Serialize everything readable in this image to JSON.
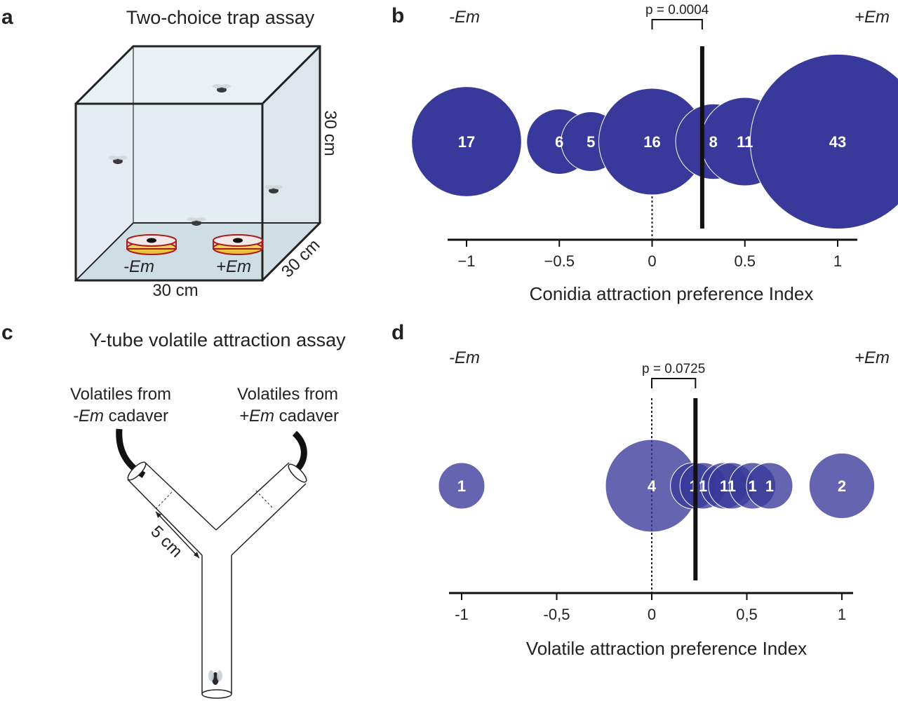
{
  "panels": {
    "a": {
      "letter": "a",
      "title": "Two-choice trap assay",
      "dim_height": "30 cm",
      "dim_depth": "30 cm",
      "dim_width": "30 cm",
      "trap_left": "-Em",
      "trap_right": "+Em"
    },
    "b": {
      "letter": "b"
    },
    "c": {
      "letter": "c",
      "title": "Y-tube volatile attraction assay",
      "left_line1": "Volatiles from",
      "left_line2_italic": "-Em",
      "left_line2_rest": " cadaver",
      "right_line1": "Volatiles from",
      "right_line2_italic": "+Em",
      "right_line2_rest": " cadaver",
      "distance": "5 cm"
    },
    "d": {
      "letter": "d"
    }
  },
  "chart_data": [
    {
      "type": "scatter",
      "panel": "b",
      "xlabel": "Conidia attraction preference Index",
      "side_left": "-Em",
      "side_right": "+Em",
      "xlim": [
        -1.1,
        1.1
      ],
      "ticks": [
        -1,
        -0.5,
        0,
        0.5,
        1
      ],
      "tick_labels": [
        "−1",
        "−0.5",
        "0",
        "0.5",
        "1"
      ],
      "points": [
        {
          "x": -1,
          "n": 17
        },
        {
          "x": -0.5,
          "n": 6
        },
        {
          "x": -0.33,
          "n": 5
        },
        {
          "x": 0,
          "n": 16
        },
        {
          "x": 0.33,
          "n": 8
        },
        {
          "x": 0.5,
          "n": 11
        },
        {
          "x": 1,
          "n": 43
        }
      ],
      "mean": 0.27,
      "p_value": "p = 0.0004",
      "colors": {
        "bubble": "#38399a"
      }
    },
    {
      "type": "scatter",
      "panel": "d",
      "xlabel": "Volatile attraction preference Index",
      "side_left": "-Em",
      "side_right": "+Em",
      "xlim": [
        -1.1,
        1.1
      ],
      "ticks": [
        -1,
        -0.5,
        0,
        0.5,
        1
      ],
      "tick_labels": [
        "-1",
        "-0,5",
        "0",
        "0,5",
        "1"
      ],
      "points": [
        {
          "x": -1,
          "n": 1
        },
        {
          "x": 0,
          "n": 4
        },
        {
          "x": 0.22,
          "n": 1
        },
        {
          "x": 0.27,
          "n": 1
        },
        {
          "x": 0.38,
          "n": 1
        },
        {
          "x": 0.42,
          "n": 1
        },
        {
          "x": 0.53,
          "n": 1
        },
        {
          "x": 0.62,
          "n": 1
        },
        {
          "x": 1,
          "n": 2
        }
      ],
      "mean": 0.23,
      "p_value": "p = 0.0725",
      "colors": {
        "bubble": "#38399a"
      }
    }
  ]
}
